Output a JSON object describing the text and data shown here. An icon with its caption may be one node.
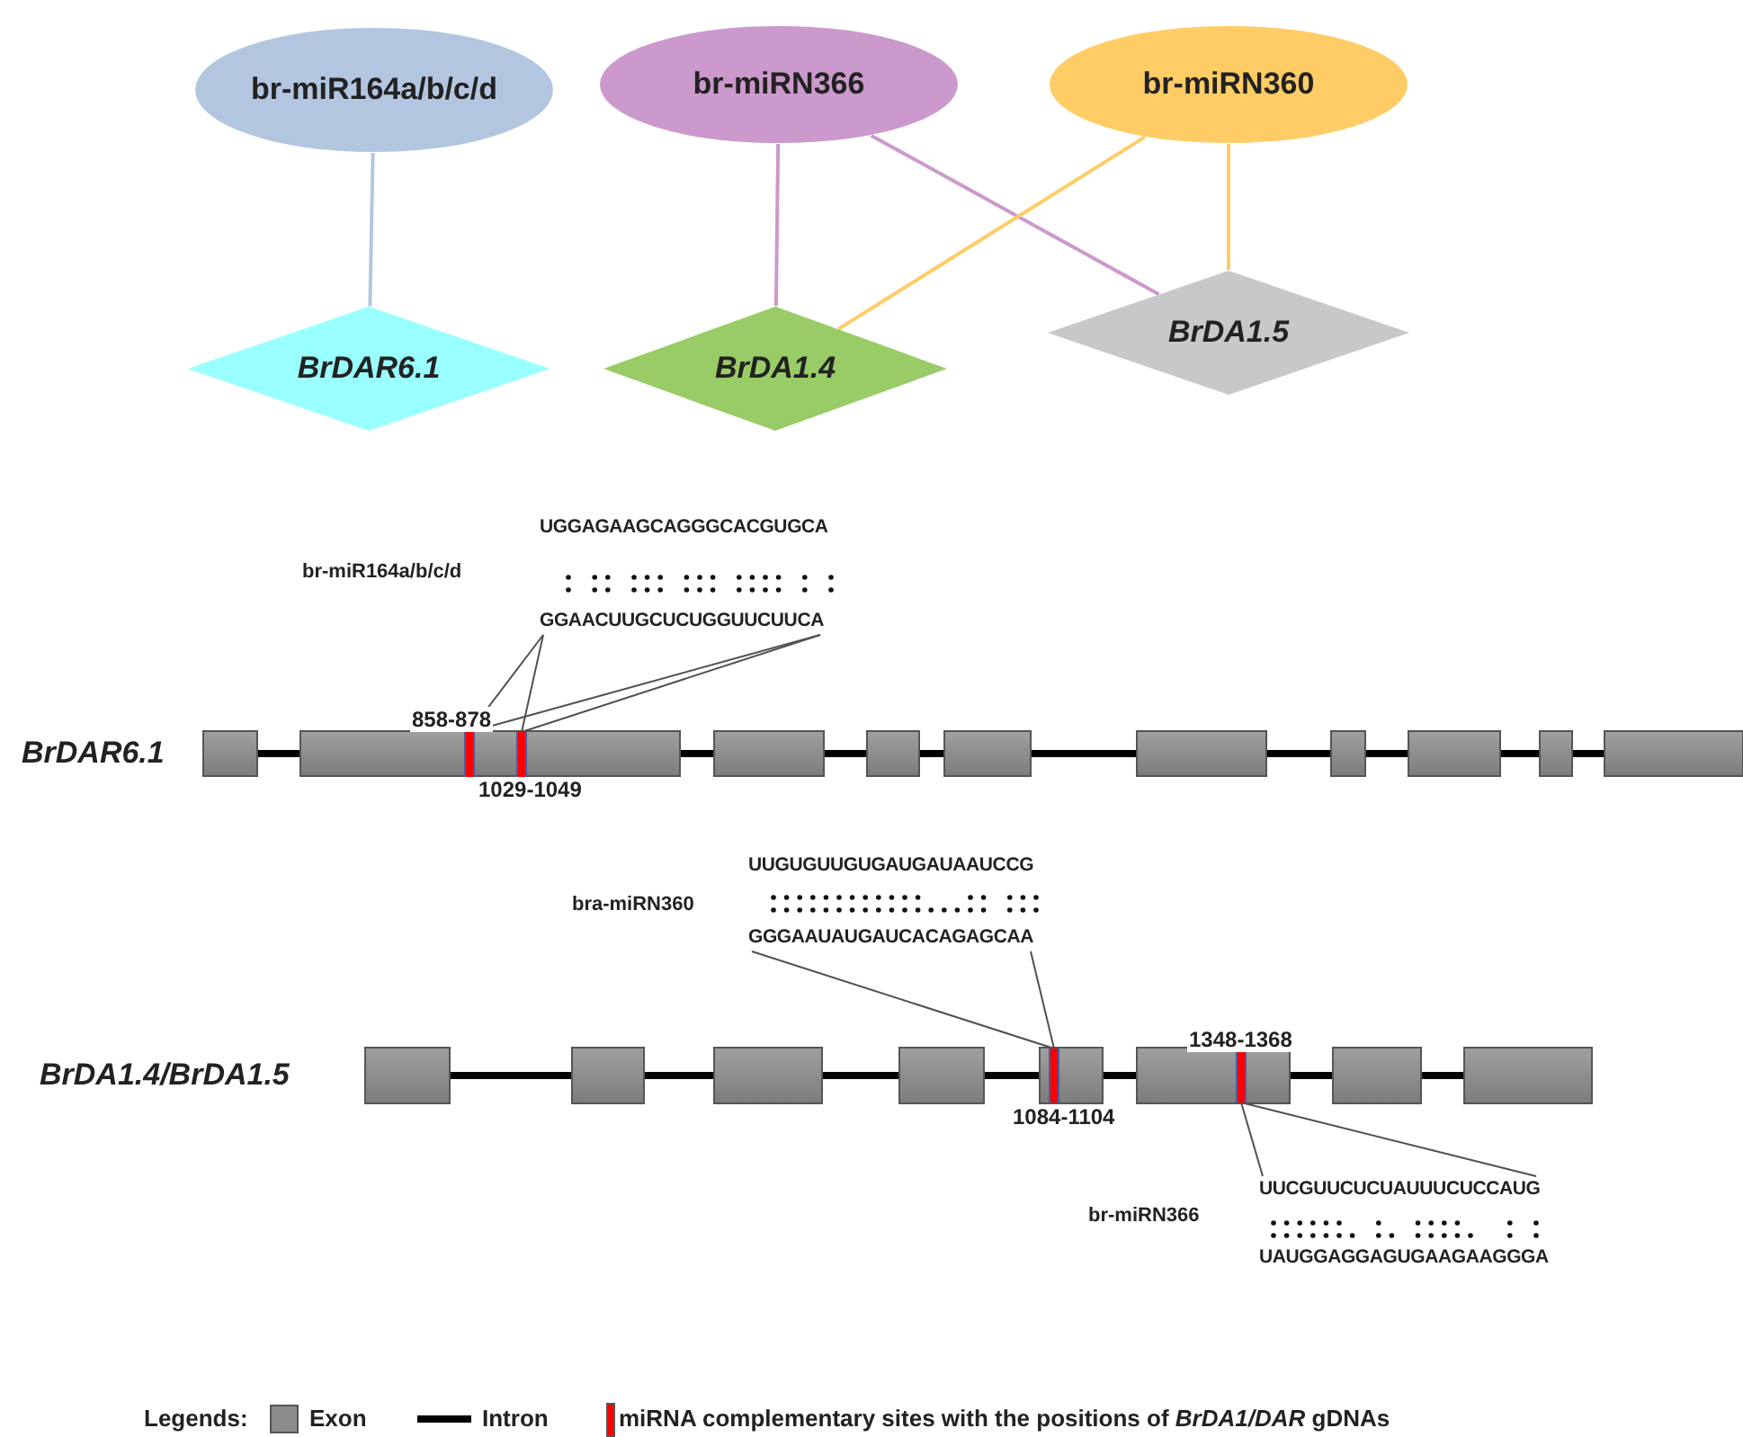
{
  "diagram": {
    "nodes": [
      {
        "text": [
          "br-miR164a/b/c/d"
        ]
      },
      {
        "text": [
          "br-miRN366"
        ]
      },
      {
        "text": [
          "br-miRN360"
        ]
      },
      {
        "text": [
          "BrDAR6.1"
        ]
      },
      {
        "text": [
          "BrDA1.4"
        ]
      },
      {
        "text": [
          "BrDA1.5"
        ]
      },
      {
        "text": [
          "GGAACUUGCUCUGGUUCUUCA"
        ]
      },
      {
        "text": [],
        "shape": "bar",
        "beside": [
          "858-878"
        ]
      },
      {
        "text": [],
        "shape": "bar",
        "beside": [
          "1029-1049"
        ]
      },
      {
        "text": [
          "GGGAAUAUGAUCACAGAGCAA"
        ]
      },
      {
        "text": [],
        "shape": "bar",
        "beside": [
          "1084-1104"
        ]
      },
      {
        "text": [],
        "shape": "bar",
        "beside": [
          "1348-1368"
        ]
      },
      {
        "text": [
          "UUCGUUCUCUAUUUCUCCAUG"
        ]
      }
    ],
    "edges": [
      {
        "from": 0,
        "to": 3,
        "arrow": "none",
        "color": "#b3c6e0"
      },
      {
        "from": 1,
        "to": 4,
        "arrow": "none",
        "color": "#cc99cc"
      },
      {
        "from": 1,
        "to": 5,
        "arrow": "none",
        "color": "#cc99cc"
      },
      {
        "from": 2,
        "to": 4,
        "arrow": "none",
        "color": "#ffcc66"
      },
      {
        "from": 2,
        "to": 5,
        "arrow": "none",
        "color": "#ffcc66"
      },
      {
        "from": 6,
        "to": 7,
        "arrow": "none"
      },
      {
        "from": 6,
        "to": 8,
        "arrow": "none"
      },
      {
        "from": 6,
        "to": 7,
        "arrow": "none"
      },
      {
        "from": 6,
        "to": 8,
        "arrow": "none"
      },
      {
        "from": 9,
        "to": 10,
        "arrow": "none"
      },
      {
        "from": 9,
        "to": 10,
        "arrow": "none"
      },
      {
        "from": 12,
        "to": 11,
        "arrow": "none"
      },
      {
        "from": 12,
        "to": 11,
        "arrow": "none"
      }
    ],
    "labels": [
      "UGGAGAAGCAGGGCACGUGCA",
      "br-miR164a/b/c/d",
      "BrDAR6.1",
      "UUGUGUUGUGAUGAUAAUCCG",
      "bra-miRN360",
      "BrDA1.4/BrDA1.5",
      "br-miRN366",
      "UAUGGAGGAGUGAAGAAGGGA",
      "Legends:"
    ],
    "legend": [
      {
        "text": "Exon",
        "color": "#8c8c8c"
      },
      {
        "text": "Intron"
      },
      {
        "text": "miRNA complementary sites with the positions of *BrDA1/DAR* gDNAs",
        "color": "#ff0000"
      }
    ]
  }
}
